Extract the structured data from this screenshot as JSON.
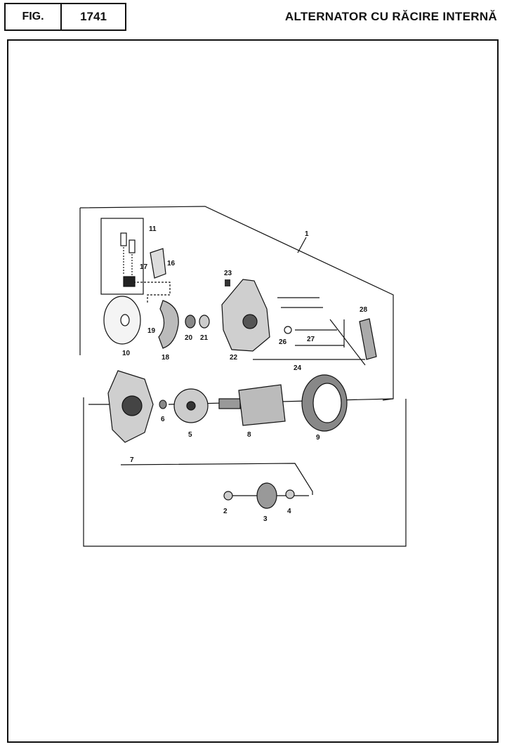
{
  "header": {
    "fig_label": "FIG.",
    "fig_number": "1741",
    "title": "ALTERNATOR CU RĂCIRE INTERNĂ"
  },
  "diagram": {
    "callouts": [
      {
        "id": "p1",
        "label": "1"
      },
      {
        "id": "p2",
        "label": "2"
      },
      {
        "id": "p3",
        "label": "3"
      },
      {
        "id": "p4",
        "label": "4"
      },
      {
        "id": "p5",
        "label": "5"
      },
      {
        "id": "p6",
        "label": "6"
      },
      {
        "id": "p7",
        "label": "7"
      },
      {
        "id": "p8",
        "label": "8"
      },
      {
        "id": "p9",
        "label": "9"
      },
      {
        "id": "p10",
        "label": "10"
      },
      {
        "id": "p11",
        "label": "11"
      },
      {
        "id": "p16",
        "label": "16"
      },
      {
        "id": "p17",
        "label": "17"
      },
      {
        "id": "p18",
        "label": "18"
      },
      {
        "id": "p19",
        "label": "19"
      },
      {
        "id": "p20",
        "label": "20"
      },
      {
        "id": "p21",
        "label": "21"
      },
      {
        "id": "p22",
        "label": "22"
      },
      {
        "id": "p23",
        "label": "23"
      },
      {
        "id": "p24",
        "label": "24"
      },
      {
        "id": "p26",
        "label": "26"
      },
      {
        "id": "p27",
        "label": "27"
      },
      {
        "id": "p28",
        "label": "28"
      }
    ]
  }
}
